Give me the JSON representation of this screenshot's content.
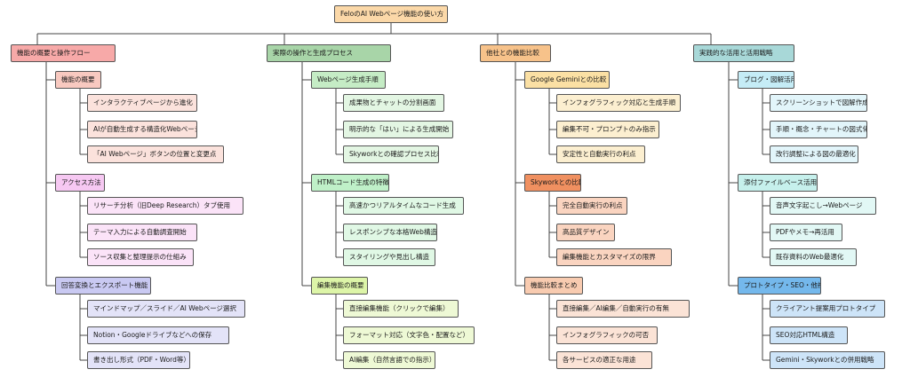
{
  "root": {
    "label": "FeloのAI Webページ機能の使い方",
    "color": "#fbd8a8"
  },
  "branches": [
    {
      "label": "機能の概要と操作フロー",
      "color": "#f7a9a8",
      "groups": [
        {
          "label": "機能の概要",
          "color": "#f8c9c0",
          "leaf_color": "#fbe2dc",
          "items": [
            "インタラクティブページから進化",
            "AIが自動生成する構造化Webページ",
            "「AI Webページ」ボタンの位置と変更点"
          ]
        },
        {
          "label": "アクセス方法",
          "color": "#f6c8f2",
          "leaf_color": "#fbe3f8",
          "items": [
            "リサーチ分析（旧Deep Research）タブ使用",
            "テーマ入力による自動調査開始",
            "ソース収集と整理提示の仕組み"
          ]
        },
        {
          "label": "回答変換とエクスポート機能",
          "color": "#c9c9f2",
          "leaf_color": "#e3e3f8",
          "items": [
            "マインドマップ／スライド／AI Webページ選択",
            "Notion・Googleドライブなどへの保存",
            "書き出し形式（PDF・Word等）"
          ]
        }
      ]
    },
    {
      "label": "実際の操作と生成プロセス",
      "color": "#a8d5a8",
      "groups": [
        {
          "label": "Webページ生成手順",
          "color": "#c5ecc5",
          "leaf_color": "#e3f6e3",
          "items": [
            "成果物とチャットの分割画面",
            "明示的な「はい」による生成開始",
            "Skyworkとの確認プロセス比較"
          ]
        },
        {
          "label": "HTMLコード生成の特徴",
          "color": "#bff0c8",
          "leaf_color": "#e0f8e5",
          "items": [
            "高速かつリアルタイムなコード生成",
            "レスポンシブな本格Web構造",
            "スタイリングや見出し構造"
          ]
        },
        {
          "label": "編集機能の概要",
          "color": "#ddf5a8",
          "leaf_color": "#eef9d5",
          "items": [
            "直接編集機能（クリックで編集）",
            "フォーマット対応（文字色・配置など）",
            "AI編集（自然言語での指示）"
          ]
        }
      ]
    },
    {
      "label": "他社との機能比較",
      "color": "#f7c28a",
      "groups": [
        {
          "label": "Google Geminiとの比較",
          "color": "#fbe0a4",
          "leaf_color": "#fcefd0",
          "items": [
            "インフォグラフィック対応と生成手順",
            "編集不可・プロンプトのみ指示",
            "安定性と自動実行の利点"
          ]
        },
        {
          "label": "Skyworkとの比較",
          "color": "#f09060",
          "leaf_color": "#fad4c0",
          "items": [
            "完全自動実行の利点",
            "高品質デザイン",
            "編集機能とカスタマイズの限界"
          ]
        },
        {
          "label": "機能比較まとめ",
          "color": "#f8cbb0",
          "leaf_color": "#fbe3d6",
          "items": [
            "直接編集／AI編集／自動実行の有無",
            "インフォグラフィックの可否",
            "各サービスの適正な用途"
          ]
        }
      ]
    },
    {
      "label": "実践的な活用と活用戦略",
      "color": "#a8d8d8",
      "groups": [
        {
          "label": "ブログ・図解活用",
          "color": "#c5ecf6",
          "leaf_color": "#e2f5fa",
          "items": [
            "スクリーンショットで図解作成",
            "手順・概念・チャートの図式化",
            "改行調整による図の最適化"
          ]
        },
        {
          "label": "添付ファイルベース活用",
          "color": "#c6f0ec",
          "leaf_color": "#e2f8f5",
          "items": [
            "音声文字起こし→Webページ",
            "PDFやメモ→再活用",
            "既存資料のWeb最適化"
          ]
        },
        {
          "label": "プロトタイプ・SEO・他社併用",
          "color": "#74b8ec",
          "leaf_color": "#cde4f8",
          "items": [
            "クライアント提案用プロトタイプ",
            "SEO対応HTML構造",
            "Gemini・Skyworkとの併用戦略"
          ]
        }
      ]
    }
  ]
}
